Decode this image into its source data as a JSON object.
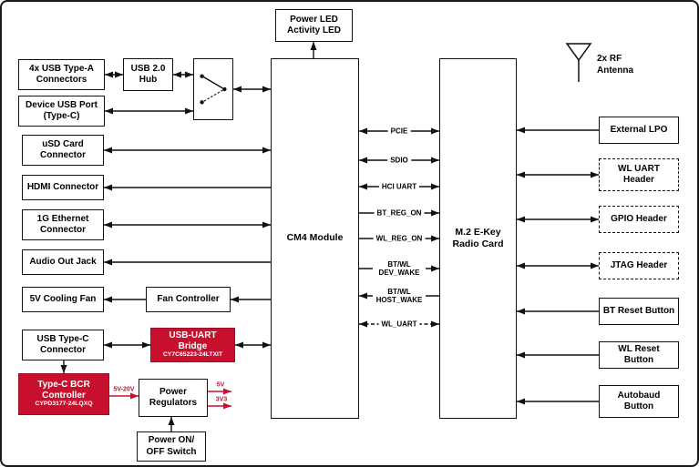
{
  "boxes": {
    "power_led": {
      "label": "Power LED Activity LED"
    },
    "usb_a": {
      "label": "4x USB Type-A Connectors"
    },
    "usb_hub": {
      "label": "USB 2.0 Hub"
    },
    "usb_c_port": {
      "label": "Device USB Port (Type-C)"
    },
    "usd": {
      "label": "uSD Card Connector"
    },
    "hdmi": {
      "label": "HDMI Connector"
    },
    "ethernet": {
      "label": "1G Ethernet Connector"
    },
    "audio": {
      "label": "Audio Out Jack"
    },
    "cooling_fan": {
      "label": "5V Cooling Fan"
    },
    "fan_controller": {
      "label": "Fan Controller"
    },
    "usb_c_conn": {
      "label": "USB Type-C Connector"
    },
    "usb_uart_bridge": {
      "label": "USB-UART Bridge",
      "part": "CY7C65223-24LTXIT"
    },
    "type_c_bcr": {
      "label": "Type-C BCR Controller",
      "part": "CYPD3177-24LQXQ"
    },
    "power_regulators": {
      "label": "Power Regulators"
    },
    "power_switch": {
      "label": "Power ON/ OFF Switch"
    },
    "cm4": {
      "label": "CM4 Module"
    },
    "m2": {
      "label": "M.2 E-Key Radio Card"
    },
    "external_lpo": {
      "label": "External LPO"
    },
    "wl_uart_header": {
      "label": "WL UART Header"
    },
    "gpio_header": {
      "label": "GPIO Header"
    },
    "jtag_header": {
      "label": "JTAG Header"
    },
    "bt_reset": {
      "label": "BT Reset Button"
    },
    "wl_reset": {
      "label": "WL Reset Button"
    },
    "autobaud": {
      "label": "Autobaud Button"
    }
  },
  "signals": {
    "pcie": "PCIE",
    "sdio": "SDIO",
    "hci_uart": "HCI UART",
    "bt_reg_on": "BT_REG_ON",
    "wl_reg_on": "WL_REG_ON",
    "dev_wake": "BT/WL DEV_WAKE",
    "host_wake": "BT/WL HOST_WAKE",
    "wl_uart": "WL_UART"
  },
  "power": {
    "bcr_output": "5V-20V",
    "rail_5v": "5V",
    "rail_3v3": "3V3"
  },
  "antenna": {
    "label": "2x RF Antenna"
  },
  "colors": {
    "accent_red": "#C8102E",
    "line_black": "#111111"
  }
}
